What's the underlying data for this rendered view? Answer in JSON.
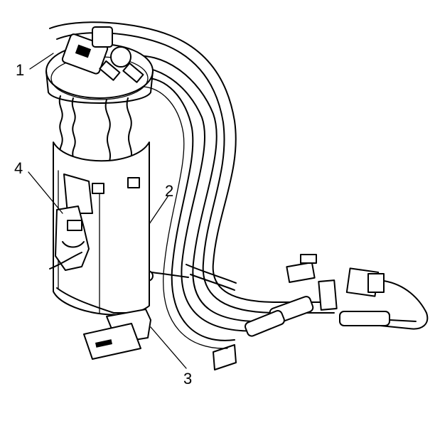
{
  "callouts": [
    {
      "label": "1",
      "part": "fuel-pump-module-cover"
    },
    {
      "label": "2",
      "part": "fuel-pump-module-reservoir"
    },
    {
      "label": "3",
      "part": "fuel-level-sensor-float"
    },
    {
      "label": "4",
      "part": "fuel-level-sensor"
    }
  ]
}
